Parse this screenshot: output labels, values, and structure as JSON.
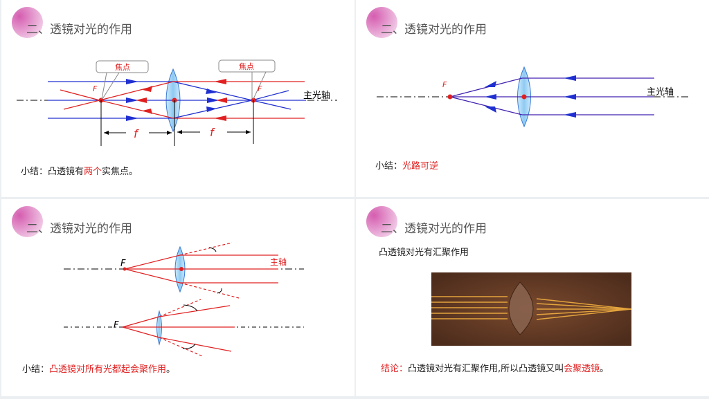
{
  "section_title": "二、透镜对光的作用",
  "colors": {
    "red": "#e02020",
    "blue": "#2030d0",
    "lens": "#9fd4f4"
  },
  "panel1": {
    "focus_label_left": "焦点",
    "focus_label_right": "焦点",
    "F": "F",
    "f": "f",
    "axis_label": "主光轴",
    "summary_prefix": "小结：凸透镜有",
    "summary_highlight": "两个",
    "summary_suffix": "实焦点。"
  },
  "panel2": {
    "F": "F",
    "axis_label": "主光轴",
    "summary_prefix": "小结：",
    "summary_highlight": "光路可逆"
  },
  "panel3": {
    "F": "F",
    "axis_label": "主轴",
    "summary_prefix": "小结：",
    "summary_highlight": "凸透镜对所有光都起会聚作用",
    "summary_suffix": "。"
  },
  "panel4": {
    "caption": "凸透镜对光有汇聚作用",
    "photo_icon": "convex-lens-photo",
    "conclusion_label": "结论：",
    "conclusion_text": "凸透镜对光有汇聚作用,所以凸透镜又叫",
    "conclusion_highlight": "会聚透镜",
    "conclusion_end": "。"
  }
}
